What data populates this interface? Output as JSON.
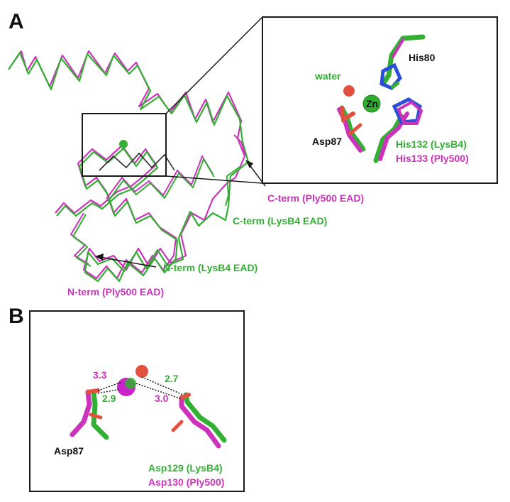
{
  "figure": {
    "panel_a": {
      "letter": "A",
      "inset_labels": {
        "water": "water",
        "zn": "Zn",
        "his80": "His80",
        "asp87": "Asp87",
        "his132": "His132 (LysB4)",
        "his133": "His133 (Ply500)"
      },
      "callouts": {
        "cterm_ply500": "C-term (Ply500 EAD)",
        "cterm_lysb4": "C-term (LysB4 EAD)",
        "nterm_lysb4": "N-term (LysB4 EAD)",
        "nterm_ply500": "N-term (Ply500 EAD)"
      }
    },
    "panel_b": {
      "letter": "B",
      "distances": {
        "d1": "3.3",
        "d2": "2.9",
        "d3": "2.7",
        "d4": "3.0"
      },
      "labels": {
        "asp87": "Asp87",
        "asp129": "Asp129 (LysB4)",
        "asp130": "Asp130 (Ply500)"
      }
    }
  },
  "colors": {
    "lysb4": "#33b033",
    "ply500": "#cc33bb",
    "water": "#e0523f",
    "nitrogen": "#2b4fd6",
    "dark": "#1a1a1a"
  },
  "icons": {
    "zinc_ion": "green-sphere",
    "water_molecule": "red-sphere"
  }
}
